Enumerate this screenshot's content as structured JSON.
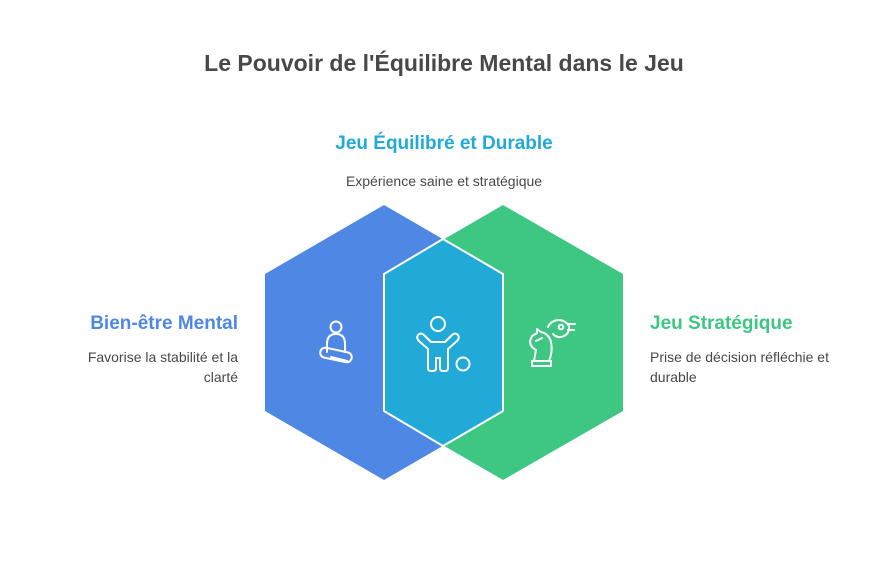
{
  "title": "Le Pouvoir de l'Équilibre Mental dans le Jeu",
  "colors": {
    "blue": "#4e88e4",
    "cyan": "#21aad7",
    "green": "#3ec683",
    "text": "#484848"
  },
  "sections": {
    "top": {
      "heading": "Jeu Équilibré et Durable",
      "description": "Expérience saine et stratégique",
      "icon": "child-with-ball-icon"
    },
    "left": {
      "heading": "Bien-être Mental",
      "description": "Favorise la stabilité et la clarté",
      "icon": "meditation-icon"
    },
    "right": {
      "heading": "Jeu Stratégique",
      "description": "Prise de décision réfléchie et durable",
      "icon": "chess-knight-icon"
    }
  }
}
